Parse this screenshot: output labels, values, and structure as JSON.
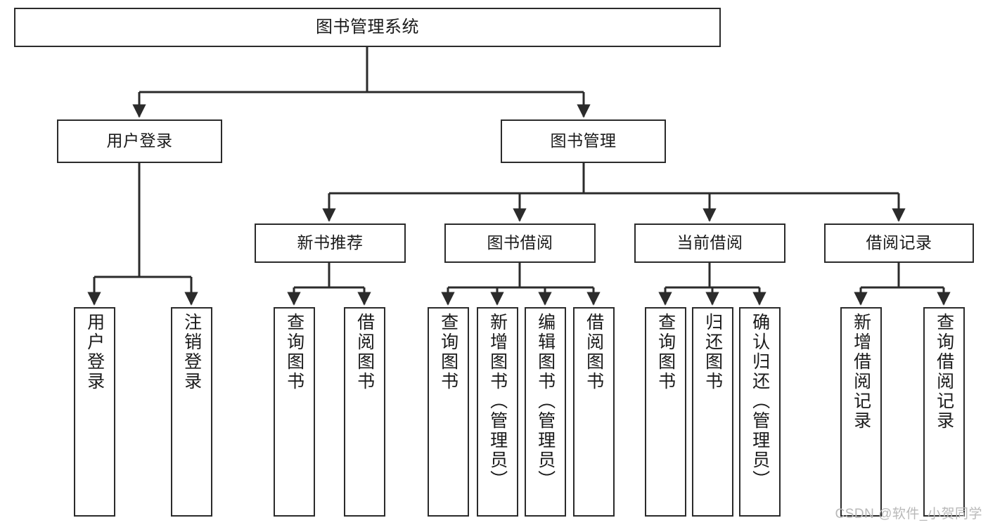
{
  "diagram": {
    "title": "图书管理系统",
    "type": "tree-hierarchy-functional-structure",
    "orientation": "top-down",
    "edge_style": "orthogonal-with-arrowheads",
    "colors": {
      "box_border": "#2b2b2b",
      "box_fill": "#ffffff",
      "connector": "#2b2b2b",
      "text": "#1a1a1a",
      "watermark": "#b9b9b9",
      "background": "#ffffff"
    }
  },
  "nodes": {
    "root": {
      "id": "root",
      "label": "图书管理系统",
      "level": 0
    },
    "level1": [
      {
        "id": "user-login",
        "label": "用户登录",
        "level": 1
      },
      {
        "id": "book-management",
        "label": "图书管理",
        "level": 1
      }
    ],
    "level2": [
      {
        "id": "new-book-recommend",
        "label": "新书推荐",
        "level": 2,
        "parent": "book-management"
      },
      {
        "id": "book-borrow",
        "label": "图书借阅",
        "level": 2,
        "parent": "book-management"
      },
      {
        "id": "current-borrow",
        "label": "当前借阅",
        "level": 2,
        "parent": "book-management"
      },
      {
        "id": "borrow-record",
        "label": "借阅记录",
        "level": 2,
        "parent": "book-management"
      }
    ],
    "leaves": [
      {
        "id": "leaf-user-login",
        "label": "用户登录",
        "parent": "user-login"
      },
      {
        "id": "leaf-logout-login",
        "label": "注销登录",
        "parent": "user-login"
      },
      {
        "id": "leaf-query-book-1",
        "label": "查询图书",
        "parent": "new-book-recommend"
      },
      {
        "id": "leaf-borrow-book-1",
        "label": "借阅图书",
        "parent": "new-book-recommend"
      },
      {
        "id": "leaf-query-book-2",
        "label": "查询图书",
        "parent": "book-borrow"
      },
      {
        "id": "leaf-add-book",
        "label": "新增图书（管理员）",
        "parent": "book-borrow"
      },
      {
        "id": "leaf-edit-book",
        "label": "编辑图书（管理员）",
        "parent": "book-borrow"
      },
      {
        "id": "leaf-borrow-book-2",
        "label": "借阅图书",
        "parent": "book-borrow"
      },
      {
        "id": "leaf-query-book-3",
        "label": "查询图书",
        "parent": "current-borrow"
      },
      {
        "id": "leaf-return-book",
        "label": "归还图书",
        "parent": "current-borrow"
      },
      {
        "id": "leaf-confirm-return",
        "label": "确认归还（管理员）",
        "parent": "current-borrow"
      },
      {
        "id": "leaf-add-record",
        "label": "新增借阅记录",
        "parent": "borrow-record"
      },
      {
        "id": "leaf-query-record",
        "label": "查询借阅记录",
        "parent": "borrow-record"
      }
    ]
  },
  "watermark": {
    "text": "CSDN @软件_小贺同学"
  }
}
